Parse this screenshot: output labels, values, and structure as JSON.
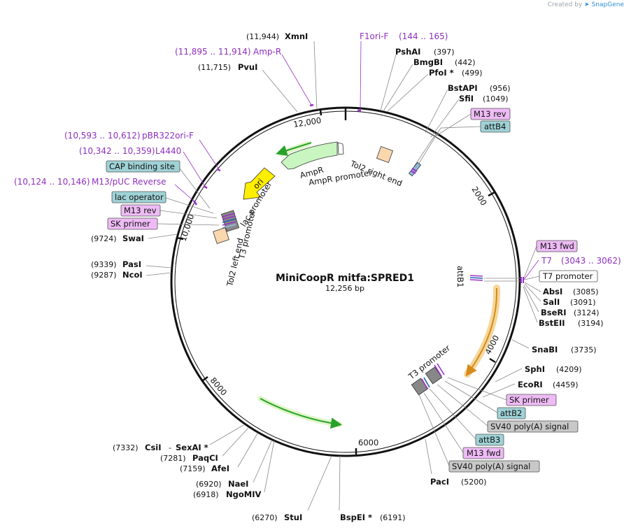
{
  "credit": {
    "prefix": "Created by",
    "brand": "SnapGene"
  },
  "plasmid": {
    "name": "MiniCoopR mitfa:SPRED1",
    "size_label": "12,256 bp",
    "length": 12256
  },
  "ticks": [
    "2000",
    "4000",
    "6000",
    "8000",
    "10,000",
    "12,000"
  ],
  "sites": [
    {
      "name": "XmnI",
      "pos": "(11,944)"
    },
    {
      "name": "PvuI",
      "pos": "(11,715)"
    },
    {
      "name": "PshAI",
      "pos": "(397)"
    },
    {
      "name": "BmgBI",
      "pos": "(442)"
    },
    {
      "name": "PfoI *",
      "pos": "(499)"
    },
    {
      "name": "BstAPI",
      "pos": "(956)"
    },
    {
      "name": "SfiI",
      "pos": "(1049)"
    },
    {
      "name": "AbsI",
      "pos": "(3085)"
    },
    {
      "name": "SalI",
      "pos": "(3091)"
    },
    {
      "name": "BseRI",
      "pos": "(3124)"
    },
    {
      "name": "BstEII",
      "pos": "(3194)"
    },
    {
      "name": "SnaBI",
      "pos": "(3735)"
    },
    {
      "name": "SphI",
      "pos": "(4209)"
    },
    {
      "name": "EcoRI",
      "pos": "(4459)"
    },
    {
      "name": "PacI",
      "pos": "(5200)"
    },
    {
      "name": "BspEI *",
      "pos": "(6191)"
    },
    {
      "name": "StuI",
      "pos": "(6270)"
    },
    {
      "name": "NgoMIV",
      "pos": "(6918)"
    },
    {
      "name": "NaeI",
      "pos": "(6920)"
    },
    {
      "name": "AfeI",
      "pos": "(7159)"
    },
    {
      "name": "PaqCI",
      "pos": "(7281)"
    },
    {
      "name": "CsiI",
      "pos": "(7332)"
    },
    {
      "name": "SexAI *",
      "pos": ""
    },
    {
      "name": "NcoI",
      "pos": "(9287)"
    },
    {
      "name": "PasI",
      "pos": "(9339)"
    },
    {
      "name": "SwaI",
      "pos": "(9724)"
    }
  ],
  "primers": [
    {
      "name": "F1ori-F",
      "range": "(144 .. 165)"
    },
    {
      "name": "Amp-R",
      "range": "(11,895 .. 11,914)"
    },
    {
      "name": "pBR322ori-F",
      "range": "(10,593 .. 10,612)"
    },
    {
      "name": "L4440",
      "range": "(10,342 .. 10,359)"
    },
    {
      "name": "M13/pUC Reverse",
      "range": "(10,124 .. 10,146)"
    },
    {
      "name": "T7",
      "range": "(3043 .. 3062)"
    }
  ],
  "boxes": [
    {
      "text": "M13 rev",
      "kind": "primer"
    },
    {
      "text": "attB4",
      "kind": "teal"
    },
    {
      "text": "M13 fwd",
      "kind": "primer"
    },
    {
      "text": "T7 promoter",
      "kind": "white"
    },
    {
      "text": "SK primer",
      "kind": "primer"
    },
    {
      "text": "attB2",
      "kind": "teal"
    },
    {
      "text": "SV40 poly(A) signal",
      "kind": "gray"
    },
    {
      "text": "attB3",
      "kind": "teal"
    },
    {
      "text": "M13 fwd",
      "kind": "primer"
    },
    {
      "text": "SV40 poly(A) signal",
      "kind": "gray"
    },
    {
      "text": "CAP binding site",
      "kind": "teal"
    },
    {
      "text": "lac operator",
      "kind": "teal"
    },
    {
      "text": "M13 rev",
      "kind": "primer"
    },
    {
      "text": "SK primer",
      "kind": "primer"
    }
  ],
  "features": {
    "ampr": "AmpR",
    "ampr_promoter": "AmpR promoter",
    "tol2_right": "Tol2 right end",
    "tol2_left": "Tol2 left end",
    "ori": "ori",
    "lac_promoter": "lac promoter",
    "t3_promoter_left": "T3 promoter",
    "t3_promoter_right": "T3 promoter",
    "attb1": "attB1"
  },
  "colors": {
    "backbone": "#111111",
    "primer": "#9b30c9",
    "primer_box": "#eebbf5",
    "teal_box": "#9fd2d6",
    "gray_box": "#c8c8c8",
    "ori": "#ffee00",
    "ampr": "#c8f5c0",
    "orf_arrow": "#2aa22a",
    "orf_glow": "#dff6c8",
    "orange_glow": "#f5d79a"
  }
}
